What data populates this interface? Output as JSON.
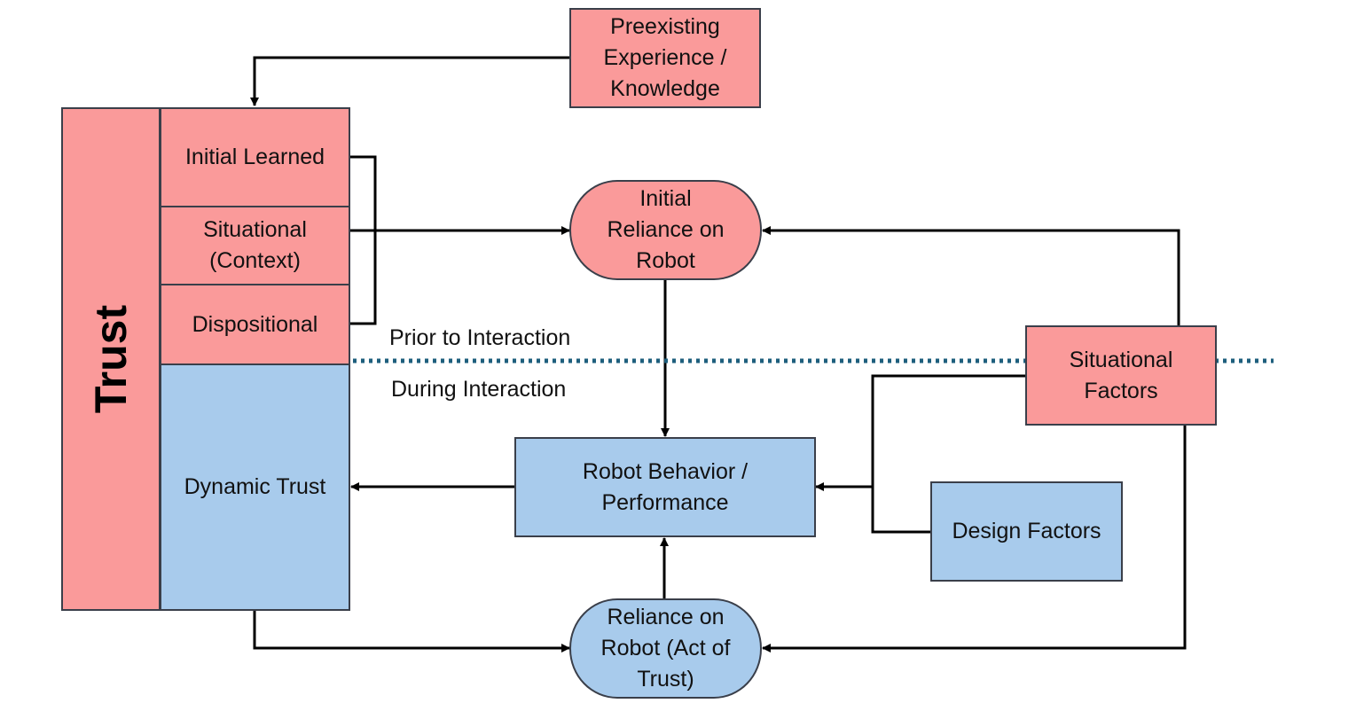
{
  "diagram": {
    "trust": {
      "label": "Trust"
    },
    "trust_components": {
      "initial_learned": "Initial Learned",
      "situational": "Situational\n(Context)",
      "dispositional": "Dispositional",
      "dynamic": "Dynamic Trust"
    },
    "preexisting": "Preexisting\nExperience /\nKnowledge",
    "initial_reliance": "Initial\nReliance on\nRobot",
    "robot_behavior": "Robot Behavior /\nPerformance",
    "reliance_act": "Reliance on\nRobot (Act of\nTrust)",
    "situational_factors": "Situational\nFactors",
    "design_factors": "Design Factors",
    "phase_labels": {
      "prior": "Prior to Interaction",
      "during": "During Interaction"
    }
  },
  "colors": {
    "pre_interaction_fill": "#fa9a9a",
    "during_interaction_fill": "#a8cbec",
    "divider_line": "#1e5f7d",
    "connector": "#000000"
  }
}
